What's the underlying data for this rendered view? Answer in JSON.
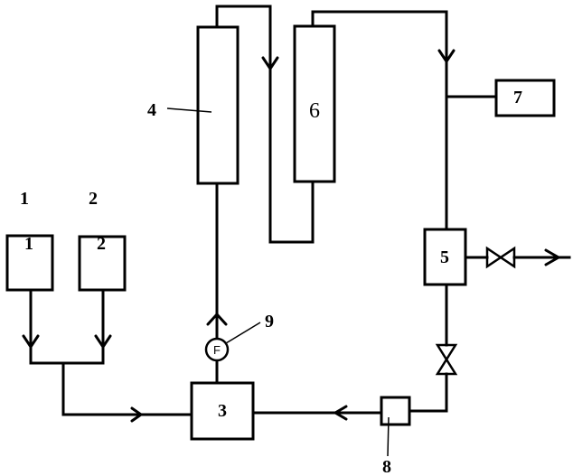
{
  "labels": {
    "tank_1": "1",
    "tank_2": "2",
    "unit_3": "3",
    "column_4": "4",
    "unit_5": "5",
    "column_6": "6",
    "unit_7": "7",
    "unit_8": "8",
    "unit_9": "9",
    "flowmeter_symbol": "F"
  }
}
